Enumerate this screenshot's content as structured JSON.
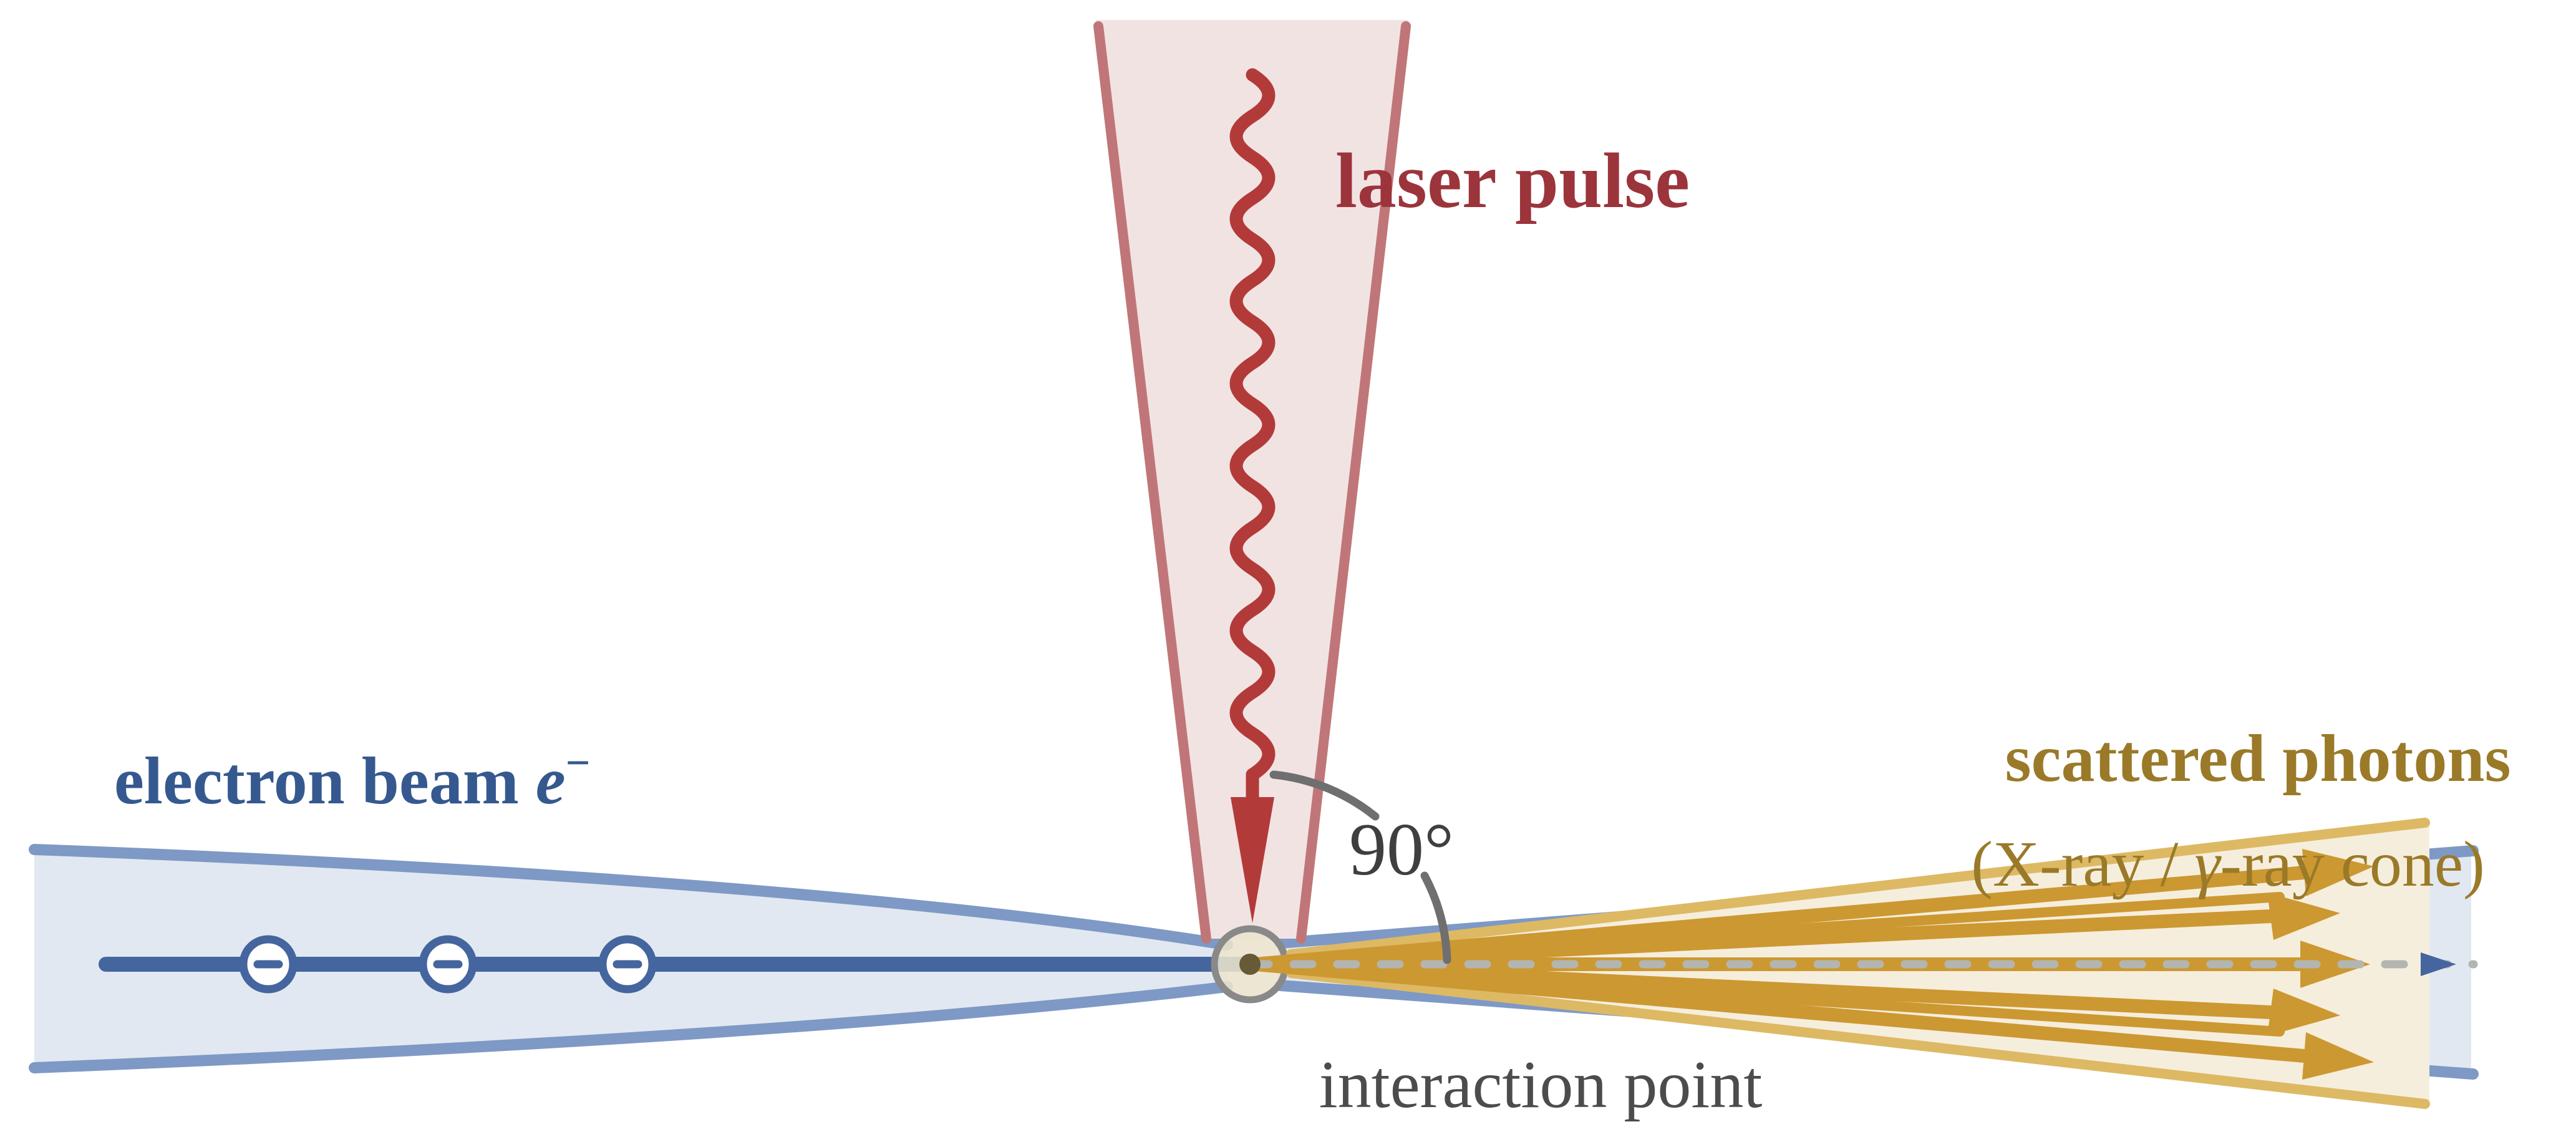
{
  "title": "inverse Compton scattering diagram",
  "labels": {
    "laser": {
      "text": "laser pulse"
    },
    "electron": {
      "main": "electron beam ",
      "symbol": "e",
      "superscript": "−"
    },
    "scattered": {
      "line1": "scattered photons",
      "line2_pre": "(X-ray / ",
      "line2_gamma": "γ",
      "line2_post": "-ray cone)"
    },
    "angle": {
      "text": "90°"
    },
    "interaction": {
      "text": "interaction point"
    }
  },
  "colors": {
    "laserRed": "#b23b39",
    "laserEdge": "#c07678",
    "laserFill": "#f2e3e3",
    "laserText": "#9c343c",
    "beamBlue": "#44659e",
    "envBorder": "#7e99c5",
    "envFill": "#e2e8f1",
    "electronText": "#35598f",
    "goldRay": "#cc9831",
    "goldLight": "#ddb964",
    "goldCream": "#f6eedd",
    "goldText": "#9a7a28",
    "dashGray": "#b3b5b0",
    "arcGray": "#6f6f6f",
    "angleText": "#3f3f3f",
    "ipText": "#4c4c4c",
    "ipFill": "#eae3cd",
    "ipBorder": "#898989",
    "ipDot": "#675a36"
  }
}
